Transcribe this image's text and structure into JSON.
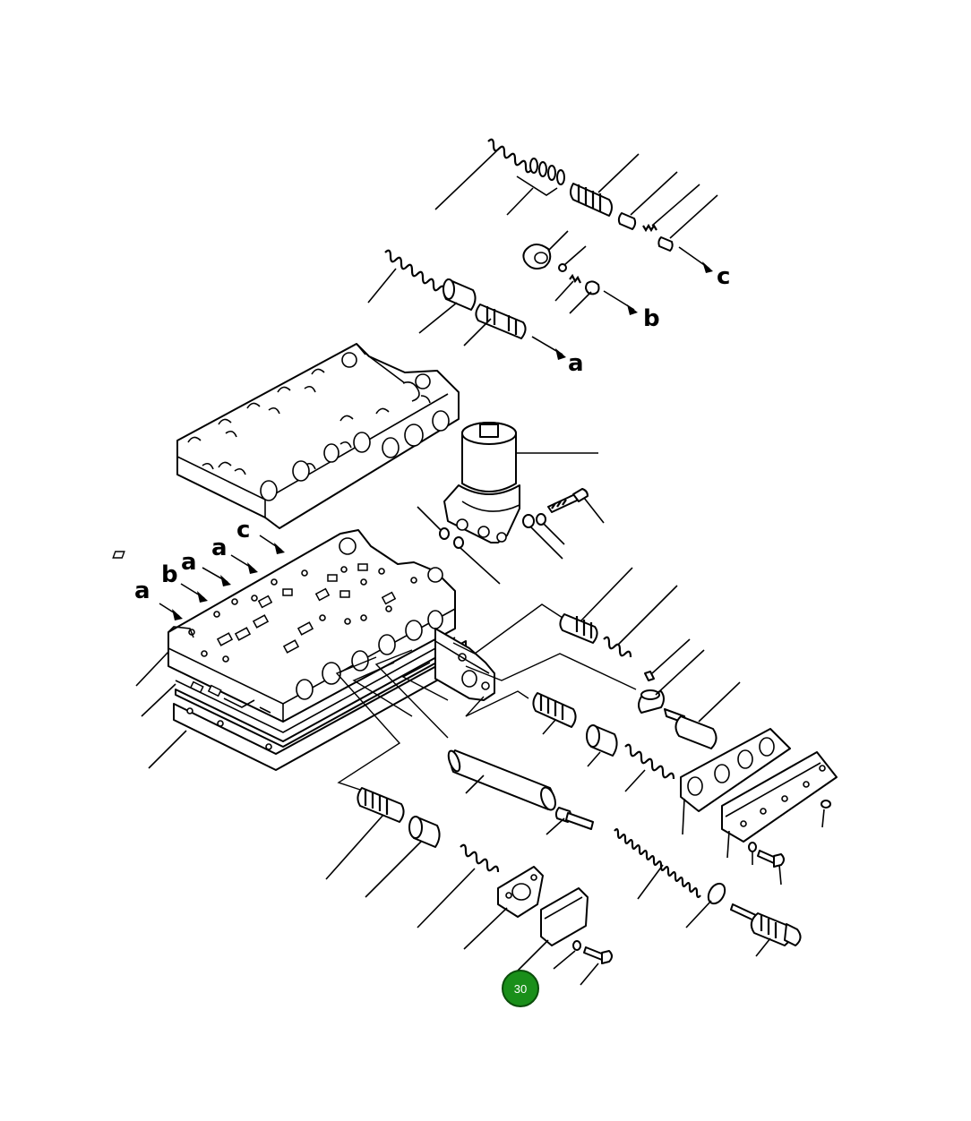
{
  "diagram": {
    "reference_labels": {
      "a": "a",
      "b": "b",
      "c": "c"
    },
    "callout": {
      "number": "30",
      "color": "#1a8f1a",
      "ring_color": "#0b4d0b"
    }
  }
}
